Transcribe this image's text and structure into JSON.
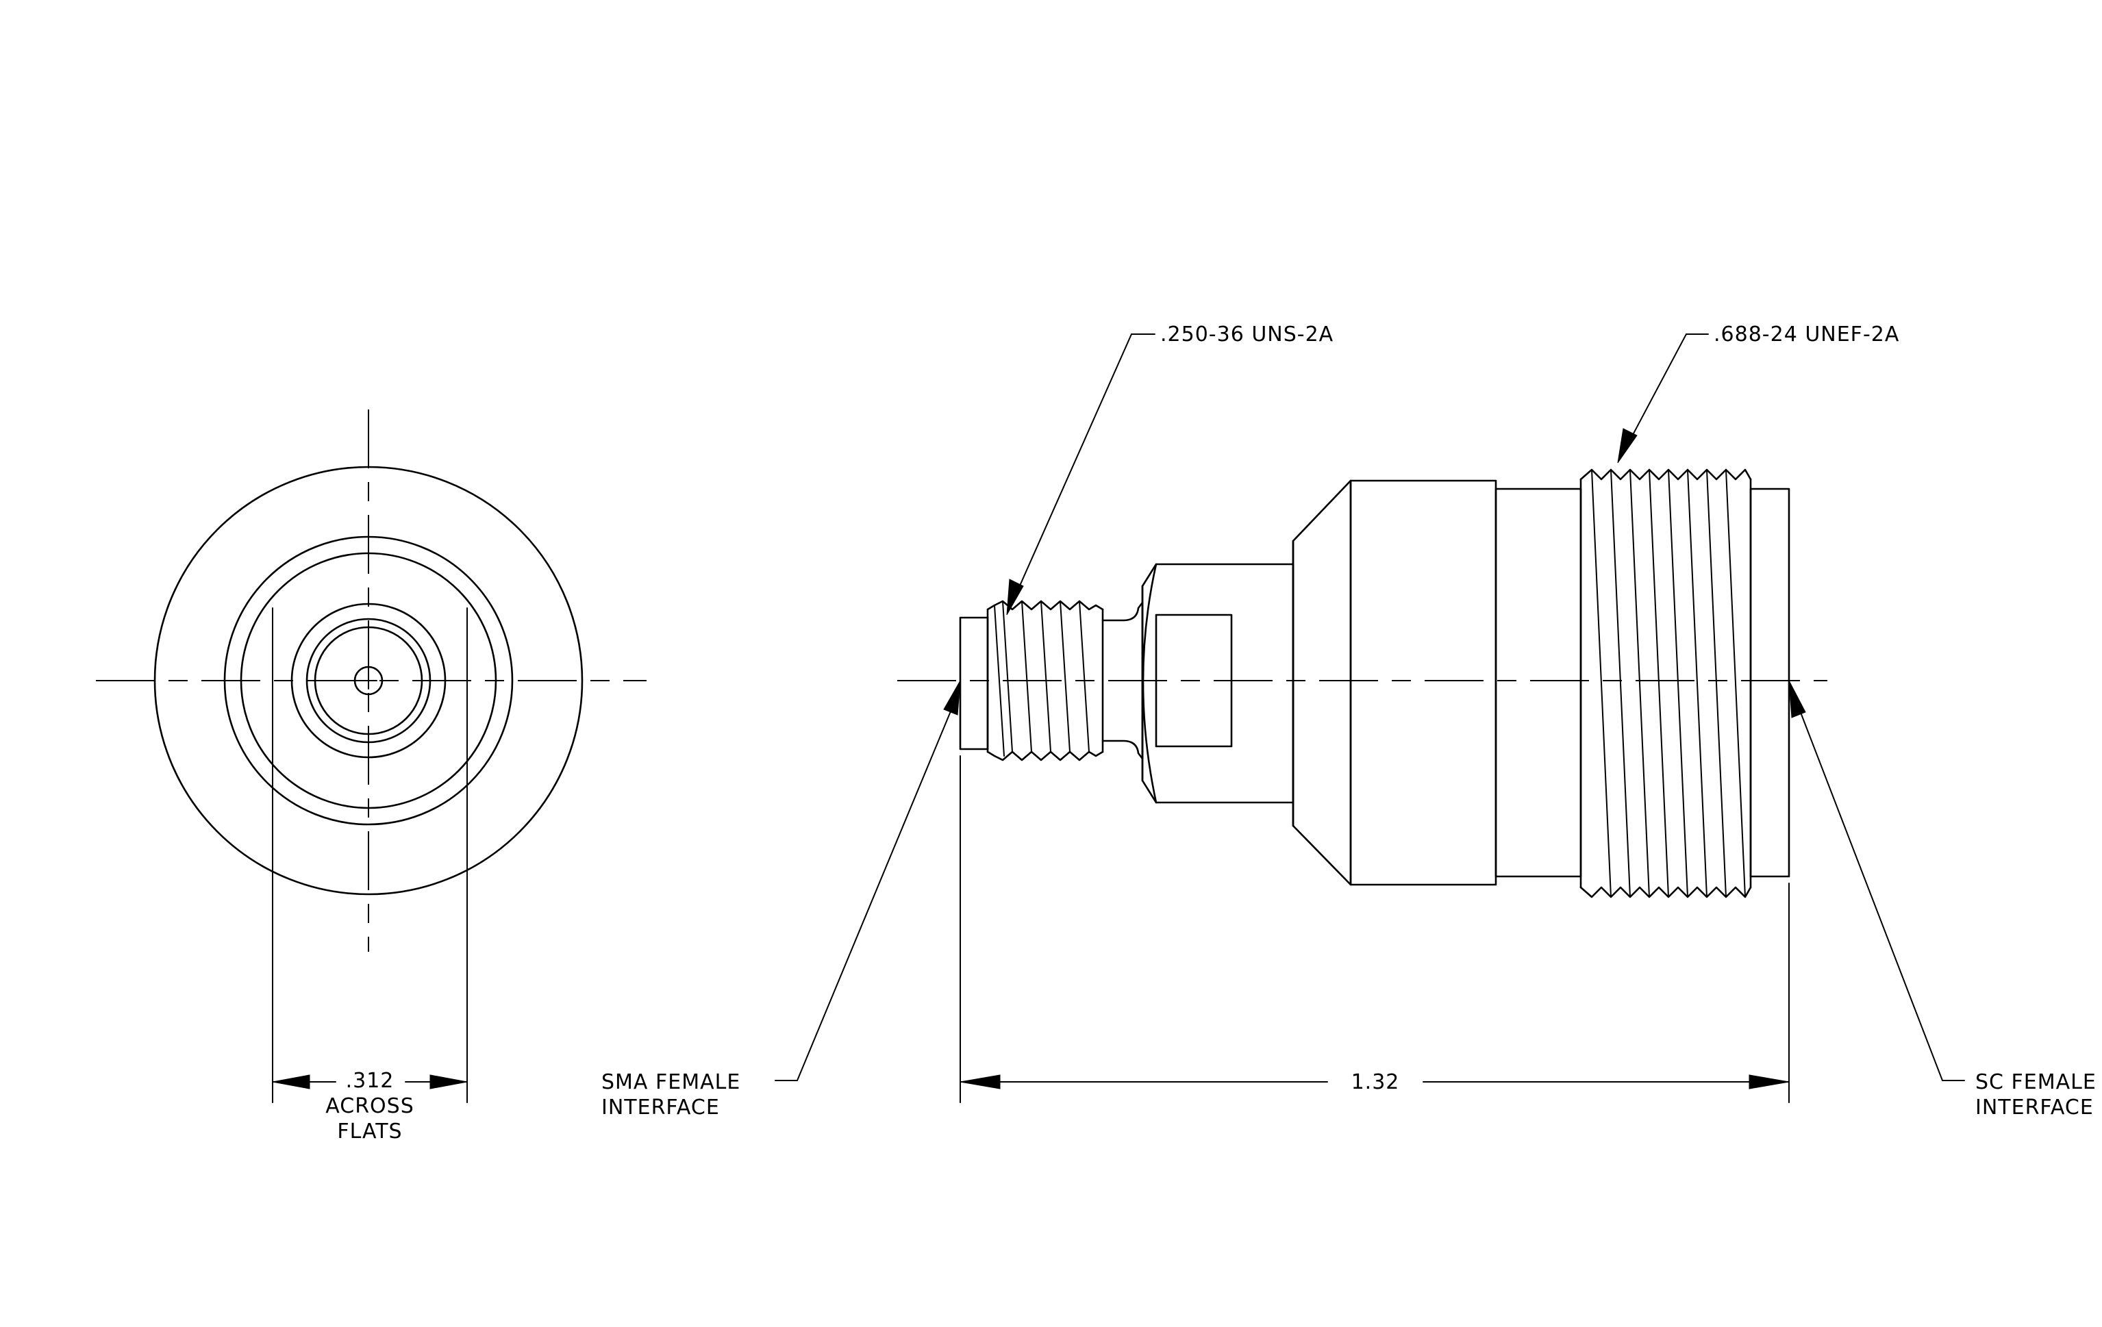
{
  "labels": {
    "across_flats_value": ".312",
    "across_flats_line1": "ACROSS",
    "across_flats_line2": "FLATS",
    "sma_thread": ".250-36 UNS-2A",
    "sc_thread": ".688-24 UNEF-2A",
    "sma_interface_line1": "SMA FEMALE",
    "sma_interface_line2": "INTERFACE",
    "sc_interface_line1": "SC FEMALE",
    "sc_interface_line2": "INTERFACE",
    "overall_length": "1.32"
  },
  "colors": {
    "ink": "#000000",
    "paper": "#ffffff"
  }
}
